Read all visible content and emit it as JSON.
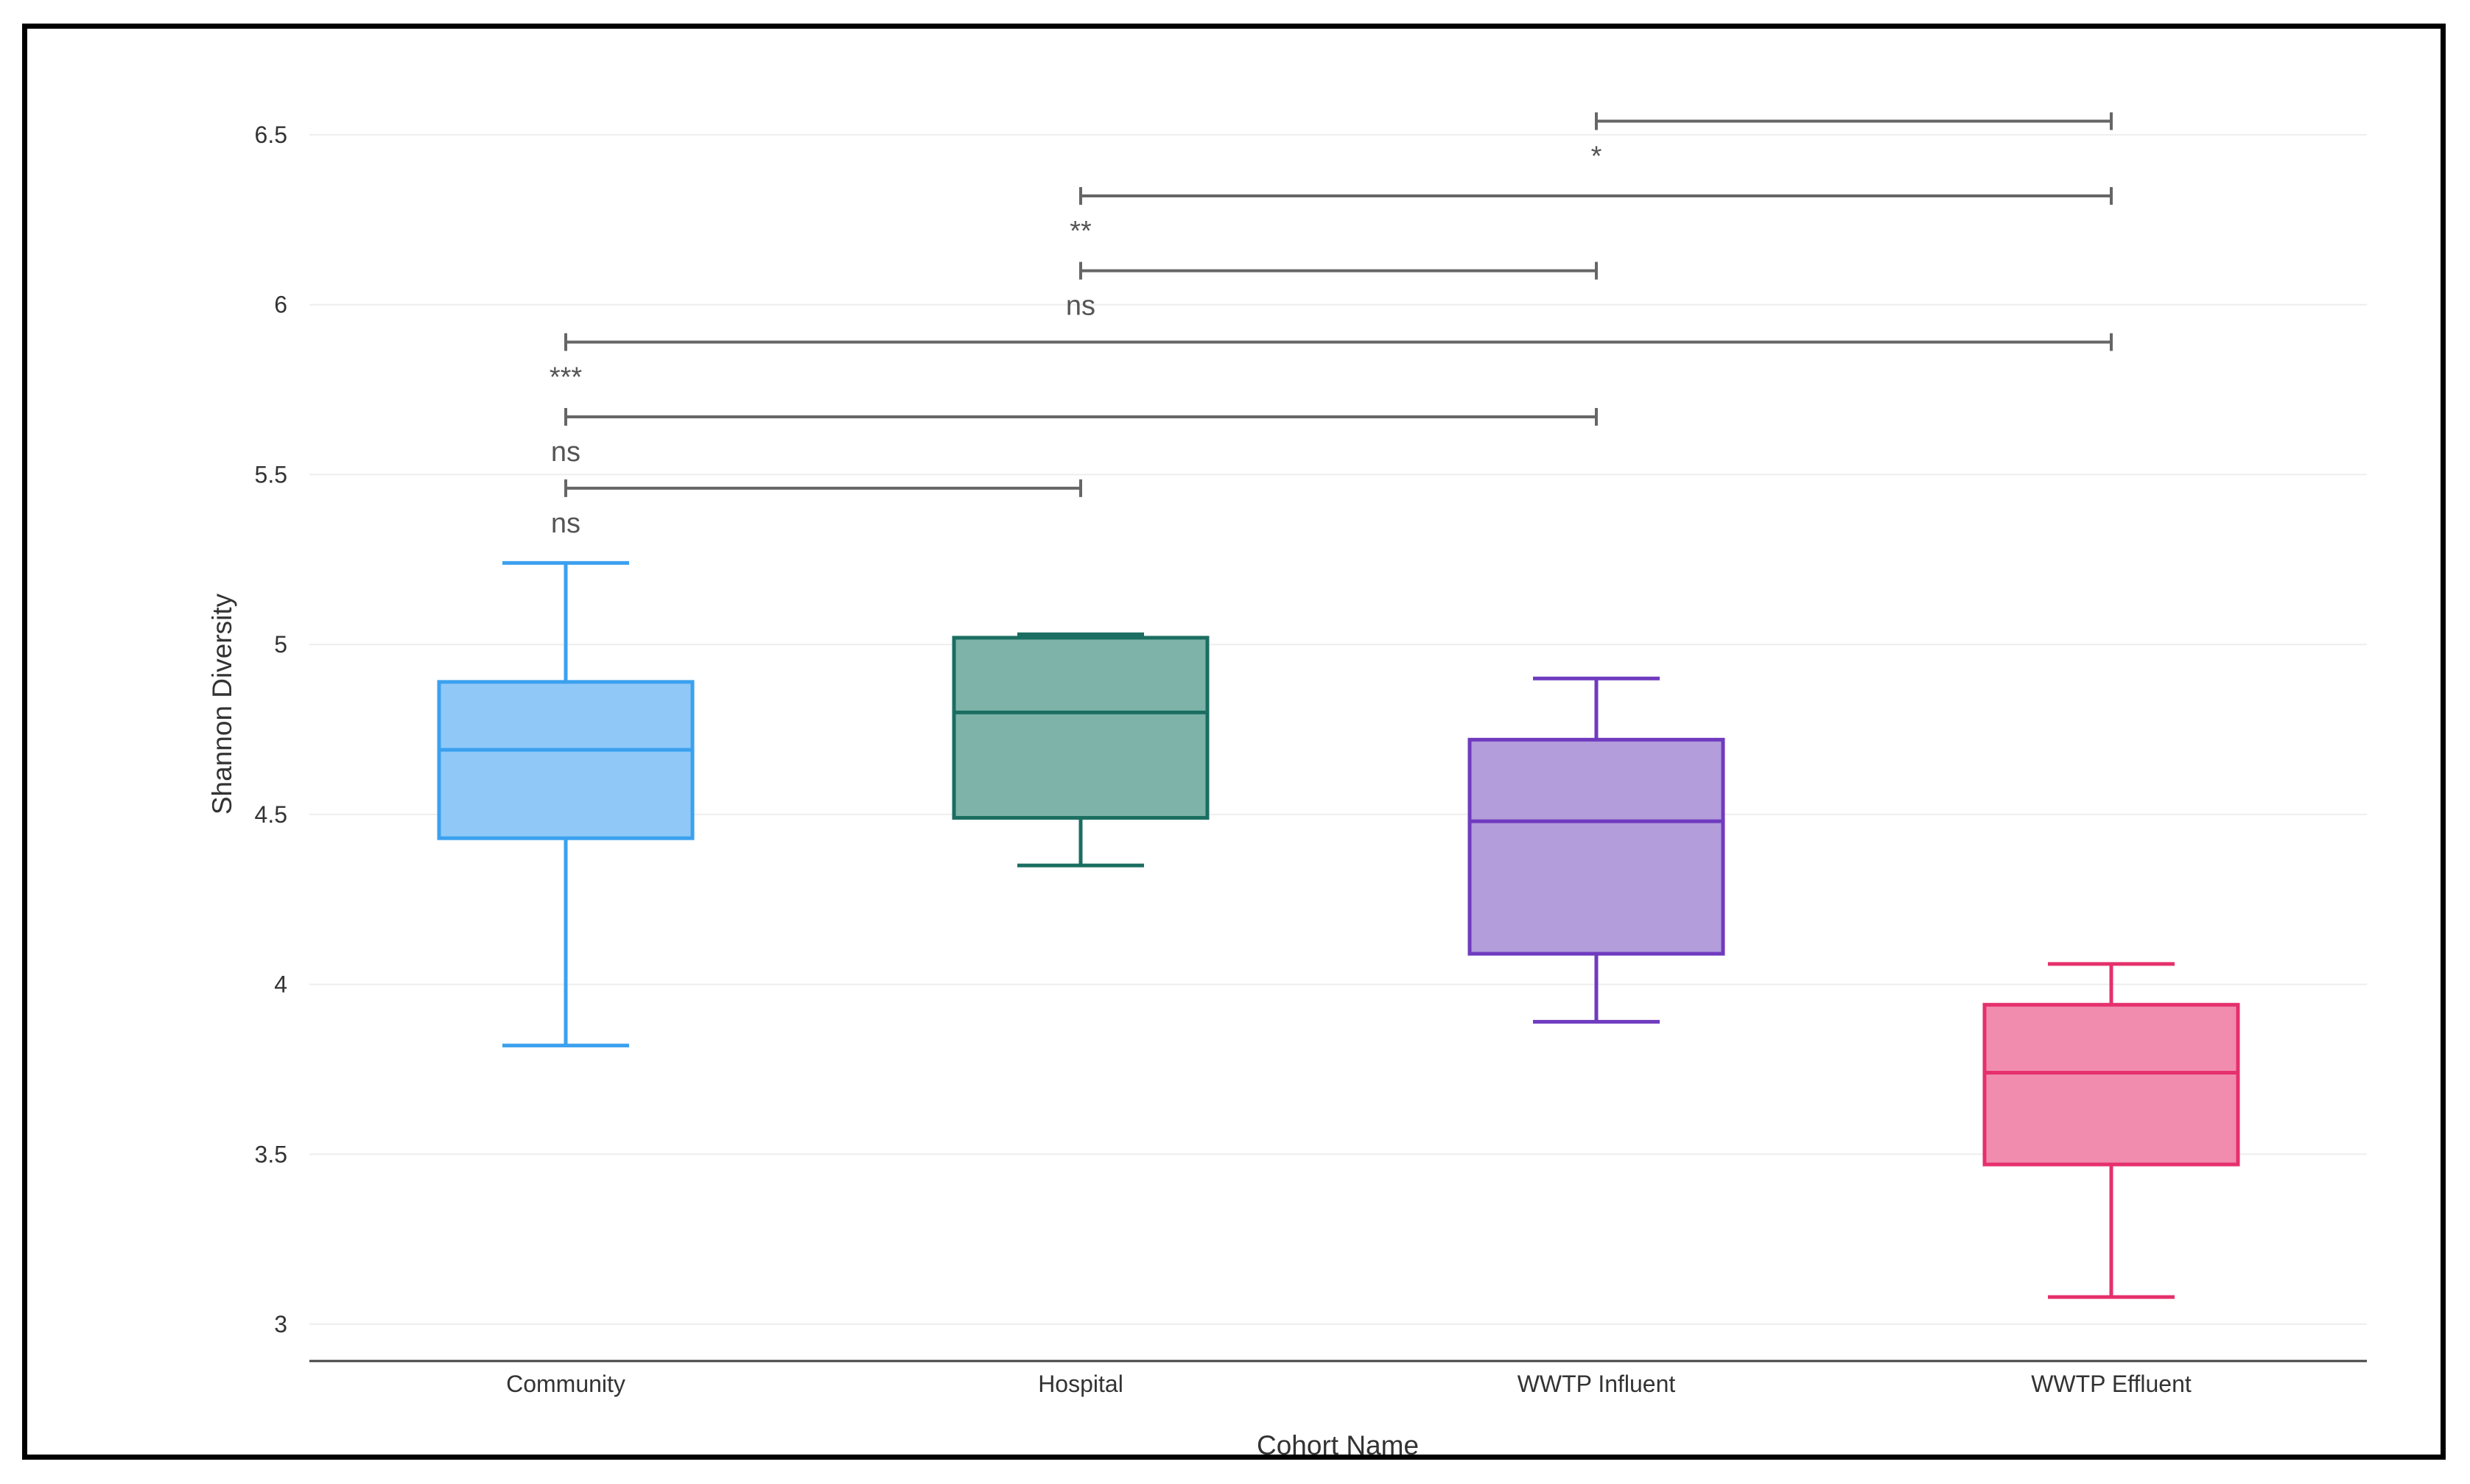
{
  "chart_data": {
    "type": "box",
    "xlabel": "Cohort Name",
    "ylabel": "Shannon Diversity",
    "ylim": [
      3,
      6.5
    ],
    "yticks": [
      3,
      3.5,
      4,
      4.5,
      5,
      5.5,
      6,
      6.5
    ],
    "ytick_labels": [
      "3",
      "3.5",
      "4",
      "4.5",
      "5",
      "5.5",
      "6",
      "6.5"
    ],
    "grid": true,
    "categories": [
      "Community",
      "Hospital",
      "WWTP Influent",
      "WWTP Effluent"
    ],
    "boxes": [
      {
        "name": "Community",
        "min": 3.82,
        "q1": 4.43,
        "median": 4.69,
        "q3": 4.89,
        "max": 5.24,
        "fill": "#90c9f7",
        "stroke": "#3ba1ef"
      },
      {
        "name": "Hospital",
        "min": 4.35,
        "q1": 4.49,
        "median": 4.8,
        "q3": 5.02,
        "max": 5.03,
        "fill": "#7db3a8",
        "stroke": "#1b6e61"
      },
      {
        "name": "WWTP Influent",
        "min": 3.89,
        "q1": 4.09,
        "median": 4.48,
        "q3": 4.72,
        "max": 4.9,
        "fill": "#b39ddb",
        "stroke": "#6f3bbf"
      },
      {
        "name": "WWTP Effluent",
        "min": 3.08,
        "q1": 3.47,
        "median": 3.74,
        "q3": 3.94,
        "max": 4.06,
        "fill": "#f18caf",
        "stroke": "#e5306c"
      }
    ],
    "comparisons": [
      {
        "from": 0,
        "to": 1,
        "label": "ns",
        "y": 5.46
      },
      {
        "from": 0,
        "to": 2,
        "label": "ns",
        "y": 5.67
      },
      {
        "from": 0,
        "to": 3,
        "label": "***",
        "y": 5.89
      },
      {
        "from": 1,
        "to": 2,
        "label": "ns",
        "y": 6.1
      },
      {
        "from": 1,
        "to": 3,
        "label": "**",
        "y": 6.32
      },
      {
        "from": 2,
        "to": 3,
        "label": "*",
        "y": 6.54
      }
    ],
    "colors": {
      "grid": "#eeeeee",
      "axis": "#444444",
      "bracket": "#666666"
    }
  }
}
